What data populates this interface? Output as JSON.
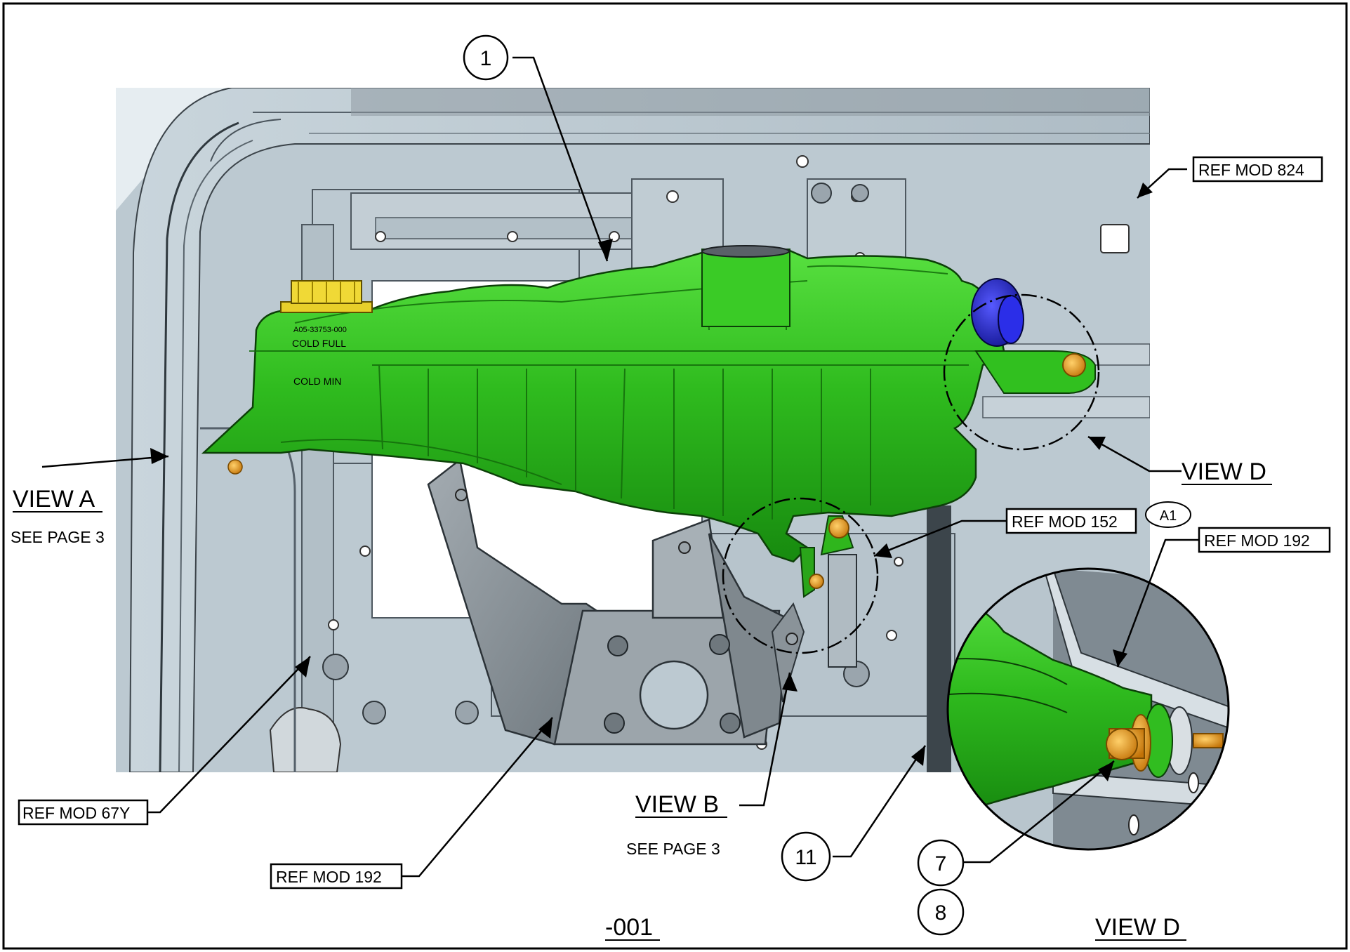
{
  "drawing": {
    "balloons": {
      "b1": "1",
      "b7": "7",
      "b8": "8",
      "b11": "11",
      "revision": "A1"
    },
    "ref_labels": {
      "mod824": "REF MOD 824",
      "mod152": "REF MOD 152",
      "mod192_right": "REF MOD 192",
      "mod192_bottom": "REF MOD 192",
      "mod67y": "REF MOD 67Y"
    },
    "view_labels": {
      "view_a": "VIEW A",
      "view_a_note": "SEE PAGE 3",
      "view_b": "VIEW B",
      "view_b_note": "SEE PAGE 3",
      "view_d_callout": "VIEW D",
      "view_d_detail": "VIEW D"
    },
    "tank_markings": {
      "part_no": "A05-33753-000",
      "cold_full": "COLD FULL",
      "cold_min": "COLD MIN"
    },
    "dash_number": "-001",
    "colors": {
      "tank_green": "#35c623",
      "frame_gray": "#b9c7d0",
      "bracket_gray": "#8d969c",
      "cap_yellow": "#e8cf2a",
      "cap_blue": "#1f22d6",
      "hardware_orange": "#e79a1c"
    }
  }
}
